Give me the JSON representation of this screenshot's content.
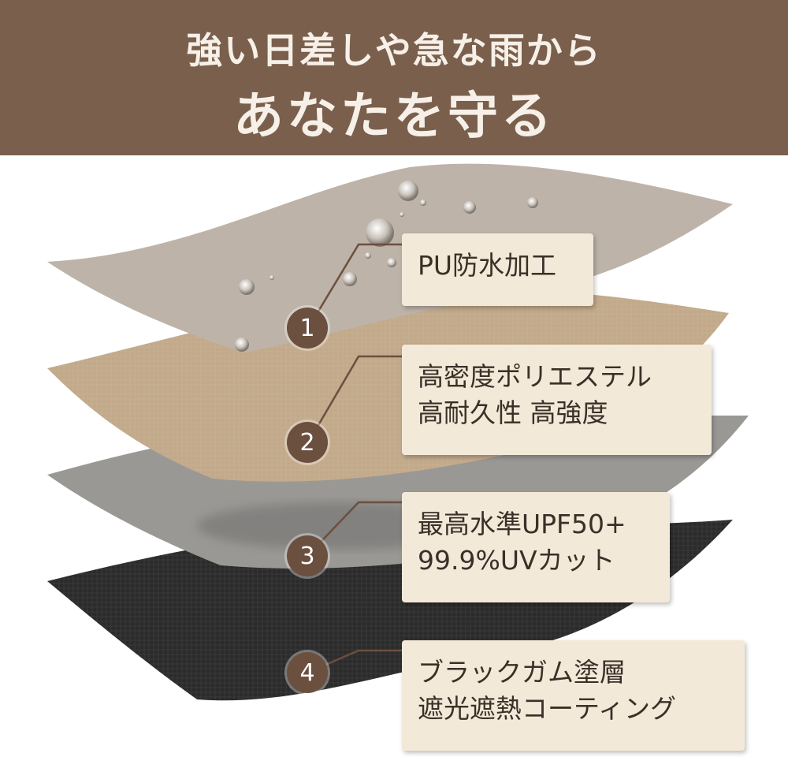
{
  "header": {
    "line1": "強い日差しや急な雨から",
    "line2": "あなたを守る",
    "background_color": "#7a5f4d"
  },
  "layers": [
    {
      "number": "1",
      "lines": [
        "PU防水加工"
      ],
      "color": "#bdb3a8"
    },
    {
      "number": "2",
      "lines": [
        "高密度ポリエステル",
        "高耐久性 高強度"
      ],
      "color": "#c2a98a"
    },
    {
      "number": "3",
      "lines": [
        "最高水準UPF50+",
        "99.9%UVカット"
      ],
      "color": "#9a9895"
    },
    {
      "number": "4",
      "lines": [
        "ブラックガム塗層",
        "遮光遮熱コーティング"
      ],
      "color": "#2b2b2b"
    }
  ],
  "accent_colors": {
    "badge": "#6b4f3f",
    "label_background": "#f3e9d9"
  }
}
